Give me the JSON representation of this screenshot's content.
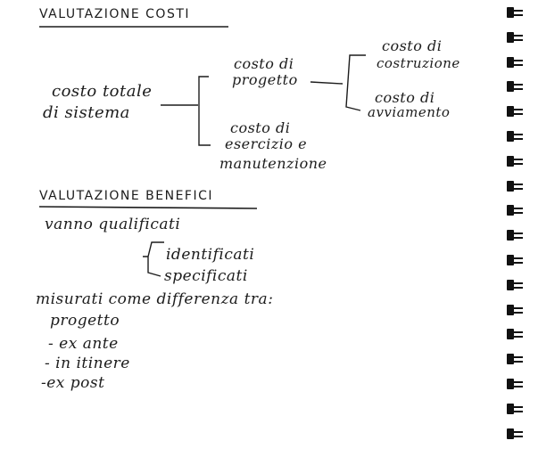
{
  "costi": {
    "heading": "VALUTAZIONE COSTI",
    "root_line1": "costo totale",
    "root_line2": "di sistema",
    "progetto_line1": "costo di",
    "progetto_line2": "progetto",
    "esercizio_line1": "costo di",
    "esercizio_line2": "esercizio e",
    "esercizio_line3": "manutenzione",
    "costruzione_line1": "costo di",
    "costruzione_line2": "costruzione",
    "avviamento_line1": "costo di",
    "avviamento_line2": "avviamento"
  },
  "benefici": {
    "heading": "VALUTAZIONE BENEFICI",
    "qualificati": "vanno qualificati",
    "identificati": "identificati",
    "specificati": "specificati",
    "misurati": "misurati come differenza tra:",
    "progetto": "progetto",
    "ex_ante": "- ex ante",
    "in_itinere": "- in itinere",
    "ex_post": "-ex post"
  },
  "binding": {
    "ring_count": 18,
    "ring_color": "#111111"
  }
}
